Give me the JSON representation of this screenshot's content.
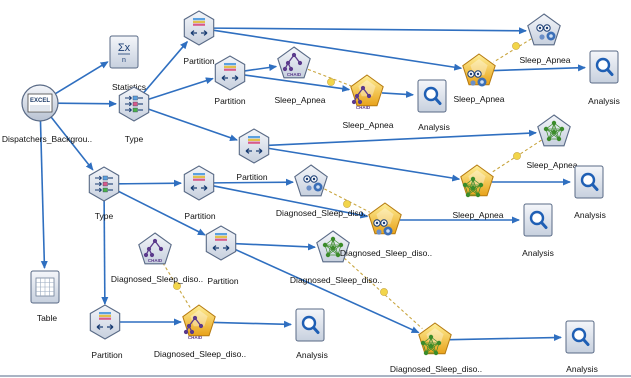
{
  "colors": {
    "link": "#2f6fc0",
    "dashed_link": "#c9a640",
    "dot": "#f2d54a",
    "node_edge": "#596a86",
    "node_fill_top": "#f4f6fa",
    "node_fill_bottom": "#c7d0de",
    "gold_top": "#fff09a",
    "gold_bottom": "#e8a21a",
    "chaid_purple": "#5b3a8c",
    "nn_green": "#3b8c2a",
    "analysis_blue": "#1f5fb4"
  },
  "nodes": [
    {
      "id": "source",
      "kind": "source",
      "label": "Dispatchers_Backgrou..",
      "icon": "excel-file-icon"
    },
    {
      "id": "statistics",
      "kind": "statistics",
      "label": "Statistics",
      "icon": "sigma-statistics-icon"
    },
    {
      "id": "type1",
      "kind": "type",
      "label": "Type",
      "icon": "type-node-icon"
    },
    {
      "id": "type2",
      "kind": "type",
      "label": "Type",
      "icon": "type-node-icon"
    },
    {
      "id": "table",
      "kind": "table",
      "label": "Table",
      "icon": "table-grid-icon"
    },
    {
      "id": "partition1",
      "kind": "partition",
      "label": "Partition",
      "icon": "partition-icon"
    },
    {
      "id": "partition2",
      "kind": "partition",
      "label": "Partition",
      "icon": "partition-icon"
    },
    {
      "id": "partition3",
      "kind": "partition",
      "label": "Partition",
      "icon": "partition-icon"
    },
    {
      "id": "partition4",
      "kind": "partition",
      "label": "Partition",
      "icon": "partition-icon"
    },
    {
      "id": "partition5",
      "kind": "partition",
      "label": "Partition",
      "icon": "partition-icon"
    },
    {
      "id": "partition6",
      "kind": "partition",
      "label": "Partition",
      "icon": "partition-icon"
    },
    {
      "id": "chaid_build_1",
      "kind": "chaid-build",
      "label": "Sleep_Apnea",
      "icon": "chaid-modeler-icon"
    },
    {
      "id": "chaid_build_2",
      "kind": "chaid-build",
      "label": "Diagnosed_Sleep_diso..",
      "icon": "chaid-modeler-icon"
    },
    {
      "id": "svm_build_1",
      "kind": "svm-build",
      "label": "Sleep_Apnea",
      "icon": "svm-modeler-icon"
    },
    {
      "id": "svm_build_2",
      "kind": "svm-build",
      "label": "Diagnosed_Sleep_diso..",
      "icon": "svm-modeler-icon"
    },
    {
      "id": "nn_build_1",
      "kind": "nn-build",
      "label": "Sleep_Apnea",
      "icon": "neural-net-modeler-icon"
    },
    {
      "id": "nn_build_2",
      "kind": "nn-build",
      "label": "Diagnosed_Sleep_diso..",
      "icon": "neural-net-modeler-icon"
    },
    {
      "id": "chaid_nugget_1",
      "kind": "chaid-nugget",
      "label": "Sleep_Apnea",
      "icon": "chaid-model-nugget-icon"
    },
    {
      "id": "chaid_nugget_2",
      "kind": "chaid-nugget",
      "label": "Diagnosed_Sleep_diso..",
      "icon": "chaid-model-nugget-icon"
    },
    {
      "id": "svm_nugget_1",
      "kind": "svm-nugget",
      "label": "Sleep_Apnea",
      "icon": "svm-model-nugget-icon"
    },
    {
      "id": "svm_nugget_2",
      "kind": "svm-nugget",
      "label": "Diagnosed_Sleep_diso..",
      "icon": "svm-model-nugget-icon"
    },
    {
      "id": "nn_nugget_1",
      "kind": "nn-nugget",
      "label": "Sleep_Apnea",
      "icon": "neural-net-model-nugget-icon"
    },
    {
      "id": "nn_nugget_2",
      "kind": "nn-nugget",
      "label": "Diagnosed_Sleep_diso..",
      "icon": "neural-net-model-nugget-icon"
    },
    {
      "id": "analysis1",
      "kind": "analysis",
      "label": "Analysis",
      "icon": "magnifier-analysis-icon"
    },
    {
      "id": "analysis2",
      "kind": "analysis",
      "label": "Analysis",
      "icon": "magnifier-analysis-icon"
    },
    {
      "id": "analysis3",
      "kind": "analysis",
      "label": "Analysis",
      "icon": "magnifier-analysis-icon"
    },
    {
      "id": "analysis4",
      "kind": "analysis",
      "label": "Analysis",
      "icon": "magnifier-analysis-icon"
    },
    {
      "id": "analysis5",
      "kind": "analysis",
      "label": "Analysis",
      "icon": "magnifier-analysis-icon"
    },
    {
      "id": "analysis6",
      "kind": "analysis",
      "label": "Analysis",
      "icon": "magnifier-analysis-icon"
    }
  ],
  "links": [
    {
      "from": "source",
      "to": "statistics"
    },
    {
      "from": "source",
      "to": "type1"
    },
    {
      "from": "source",
      "to": "type2"
    },
    {
      "from": "source",
      "to": "table"
    },
    {
      "from": "type1",
      "to": "partition1"
    },
    {
      "from": "type1",
      "to": "partition2"
    },
    {
      "from": "type1",
      "to": "partition3"
    },
    {
      "from": "type2",
      "to": "partition4"
    },
    {
      "from": "type2",
      "to": "partition5"
    },
    {
      "from": "type2",
      "to": "partition6"
    },
    {
      "from": "partition1",
      "to": "svm_nugget_1"
    },
    {
      "from": "partition1",
      "to": "svm_build_1"
    },
    {
      "from": "partition2",
      "to": "chaid_build_1"
    },
    {
      "from": "partition2",
      "to": "chaid_nugget_1"
    },
    {
      "from": "partition3",
      "to": "nn_build_1"
    },
    {
      "from": "partition3",
      "to": "nn_nugget_1"
    },
    {
      "from": "partition4",
      "to": "svm_build_2"
    },
    {
      "from": "partition4",
      "to": "svm_nugget_2"
    },
    {
      "from": "partition5",
      "to": "nn_build_2"
    },
    {
      "from": "partition5",
      "to": "nn_nugget_2"
    },
    {
      "from": "partition6",
      "to": "chaid_nugget_2"
    },
    {
      "from": "svm_nugget_1",
      "to": "analysis1"
    },
    {
      "from": "chaid_nugget_1",
      "to": "analysis2"
    },
    {
      "from": "nn_nugget_1",
      "to": "analysis3"
    },
    {
      "from": "svm_nugget_2",
      "to": "analysis4"
    },
    {
      "from": "chaid_nugget_2",
      "to": "analysis5"
    },
    {
      "from": "nn_nugget_2",
      "to": "analysis6"
    }
  ],
  "model_links": [
    {
      "from": "svm_build_1",
      "to": "svm_nugget_1"
    },
    {
      "from": "chaid_build_1",
      "to": "chaid_nugget_1"
    },
    {
      "from": "nn_build_1",
      "to": "nn_nugget_1"
    },
    {
      "from": "svm_build_2",
      "to": "svm_nugget_2"
    },
    {
      "from": "chaid_build_2",
      "to": "chaid_nugget_2"
    },
    {
      "from": "nn_build_2",
      "to": "nn_nugget_2"
    }
  ]
}
